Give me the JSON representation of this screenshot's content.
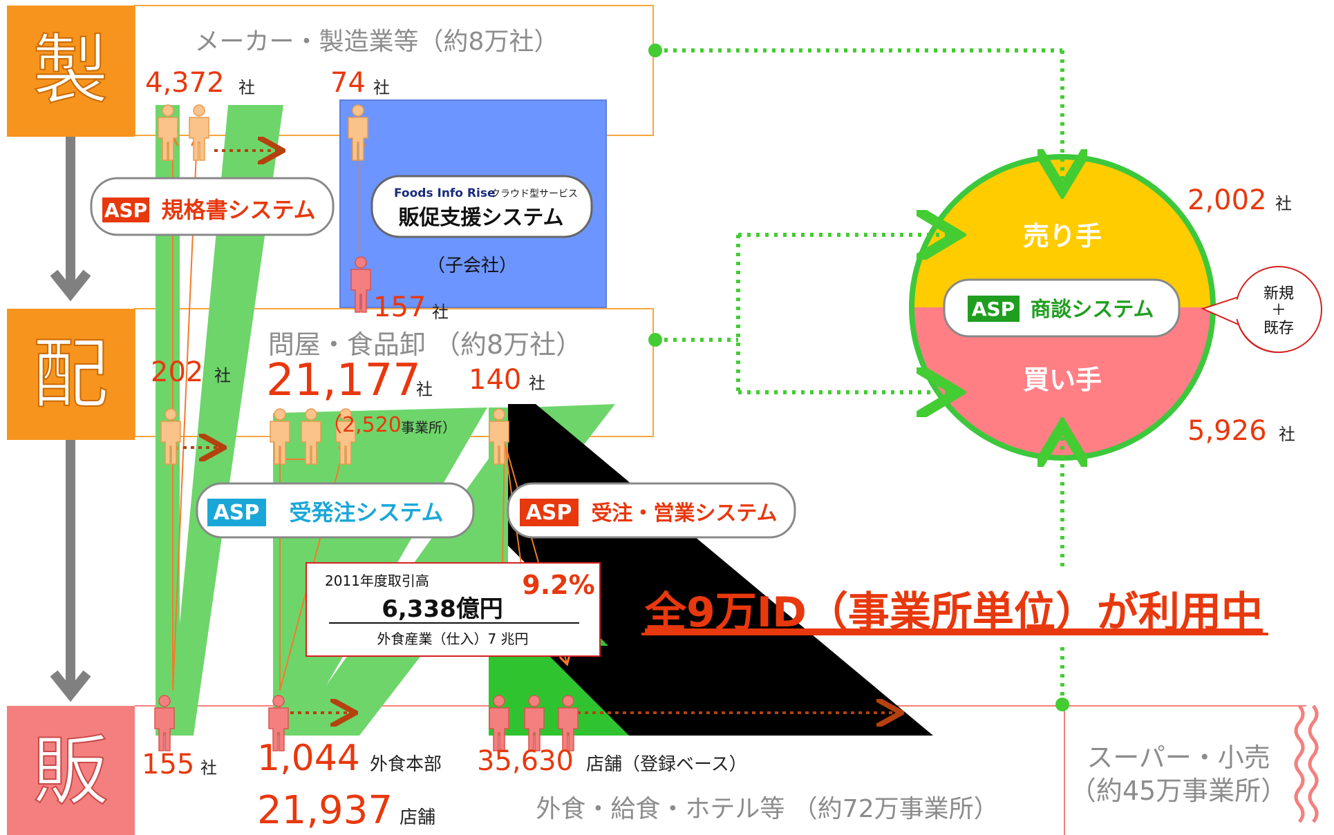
{
  "tiers": {
    "manufacture": {
      "char": "製",
      "title": "メーカー・製造業等（約8万社）"
    },
    "distribution": {
      "char": "配",
      "title": "問屋・食品卸 （約8万社）"
    },
    "sales": {
      "char": "販",
      "title": "外食・給食・ホテル等 （約72万事業所）"
    }
  },
  "counts": {
    "mfr_spec": "4,372",
    "mfr_sub": "74",
    "sub_buyers": "157",
    "dist_spec": "202",
    "dist_main": "21,177",
    "dist_offices": "（2,520",
    "dist_offices_unit": "事業所）",
    "dist_sales": "140",
    "sales_spec": "155",
    "sales_hq": "1,044",
    "sales_hq_unit": "外食本部",
    "sales_stores": "21,937",
    "sales_stores_unit": "店舗",
    "sales_reg": "35,630",
    "sales_reg_unit": "店舗（登録ベース）",
    "unit_sha": "社"
  },
  "systems": {
    "spec": {
      "tag": "ASP",
      "name": "規格書システム"
    },
    "promo": {
      "brand": "Foods Info Rise",
      "brand_sub": "クラウド型サービス",
      "name": "販促支援システム",
      "note": "（子会社）"
    },
    "order": {
      "tag": "ASP",
      "name": "受発注システム"
    },
    "sales_order": {
      "tag": "ASP",
      "name": "受注・営業システム"
    },
    "negotiation": {
      "tag": "ASP",
      "name": "商談システム"
    }
  },
  "circle": {
    "seller": "売り手",
    "buyer": "買い手",
    "seller_count": "2,002",
    "buyer_count": "5,926",
    "callout": [
      "新規",
      "＋",
      "既存"
    ]
  },
  "trade_box": {
    "year_label": "2011年度取引高",
    "amount": "6,338億円",
    "pct": "9.2%",
    "market": "外食産業（仕入）7 兆円"
  },
  "headline": "全9万ID（事業所単位）が利用中",
  "retail": {
    "line1": "スーパー・小売",
    "line2": "（約45万事業所）"
  },
  "colors": {
    "orange": "#f7941d",
    "pink": "#f47f7f",
    "green_fill": "#6ed56b",
    "blue_fill": "#6d95ff",
    "red_text": "#e8380d",
    "seller": "#ffcc00",
    "buyer": "#ff7f85",
    "circle_line": "#3cc83c",
    "dotted": "#44cc33",
    "brown_arrow": "#b5410f"
  }
}
